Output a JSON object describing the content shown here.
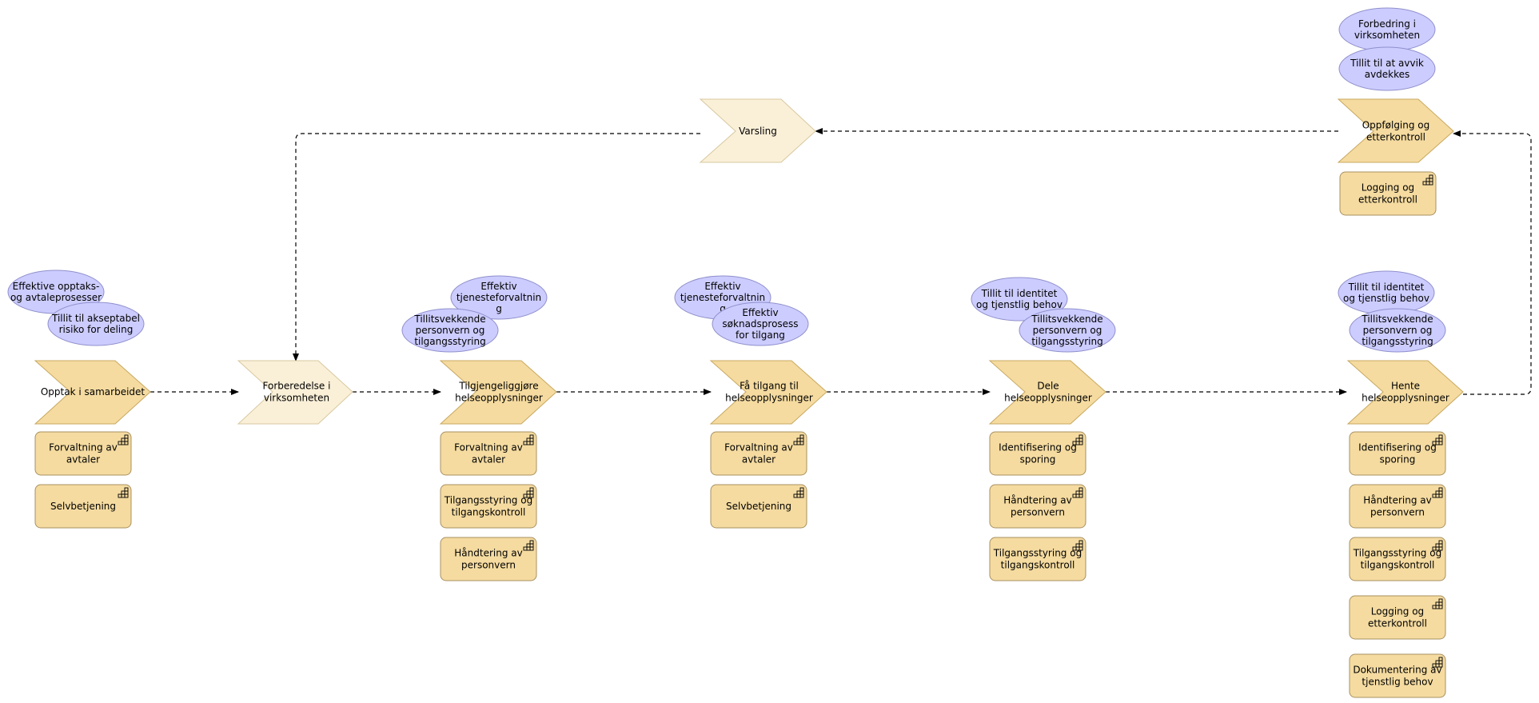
{
  "processes": {
    "opptak": "Opptak i samarbeidet",
    "forberedelse": "Forberedelse i\nvirksomheten",
    "tilgjengeliggjore": "Tilgjengeliggjøre\nhelseopplysninger",
    "faa_tilgang": "Få tilgang til\nhelseopplysninger",
    "dele": "Dele\nhelseopplysninger",
    "hente": "Hente\nhelseopplysninger",
    "varsling": "Varsling",
    "oppfolging": "Oppfølging og\netterkontroll"
  },
  "capabilities": {
    "opptak_1": "Forvaltning av\navtaler",
    "opptak_2": "Selvbetjening",
    "tilgj_1": "Forvaltning av\navtaler",
    "tilgj_2": "Tilgangsstyring og\ntilgangskontroll",
    "tilgj_3": "Håndtering av\npersonvern",
    "faa_1": "Forvaltning av\navtaler",
    "faa_2": "Selvbetjening",
    "dele_1": "Identifisering og\nsporing",
    "dele_2": "Håndtering av\npersonvern",
    "dele_3": "Tilgangsstyring og\ntilgangskontroll",
    "hente_1": "Identifisering og\nsporing",
    "hente_2": "Håndtering av\npersonvern",
    "hente_3": "Tilgangsstyring og\ntilgangskontroll",
    "hente_4": "Logging og\netterkontroll",
    "hente_5": "Dokumentering av\ntjenstlig behov",
    "oppf_1": "Logging og\netterkontroll"
  },
  "goals": {
    "opptak_1": "Effektive opptaks-\nog avtaleprosesser",
    "opptak_2": "Tillit til akseptabel\nrisiko for deling",
    "tilgj_1": "Effektiv\ntjenesteforvaltnin\ng",
    "tilgj_2": "Tillitsvekkende\npersonvern og\ntilgangsstyring",
    "faa_1": "Effektiv\ntjenesteforvaltnin\ng",
    "faa_2": "Effektiv\nsøknadsprosess\nfor tilgang",
    "dele_1": "Tillit til identitet\nog tjenstlig behov",
    "dele_2": "Tillitsvekkende\npersonvern og\ntilgangsstyring",
    "hente_1": "Tillit til identitet\nog tjenstlig behov",
    "hente_2": "Tillitsvekkende\npersonvern og\ntilgangsstyring",
    "oppf_1": "Forbedring i\nvirksomheten",
    "oppf_2": "Tillit til at avvik\navdekkes"
  },
  "colors": {
    "process_fill": "#f5dba0",
    "process_light_fill": "#faf0d8",
    "capability_fill": "#f5dba0",
    "goal_fill": "#ccccff"
  }
}
